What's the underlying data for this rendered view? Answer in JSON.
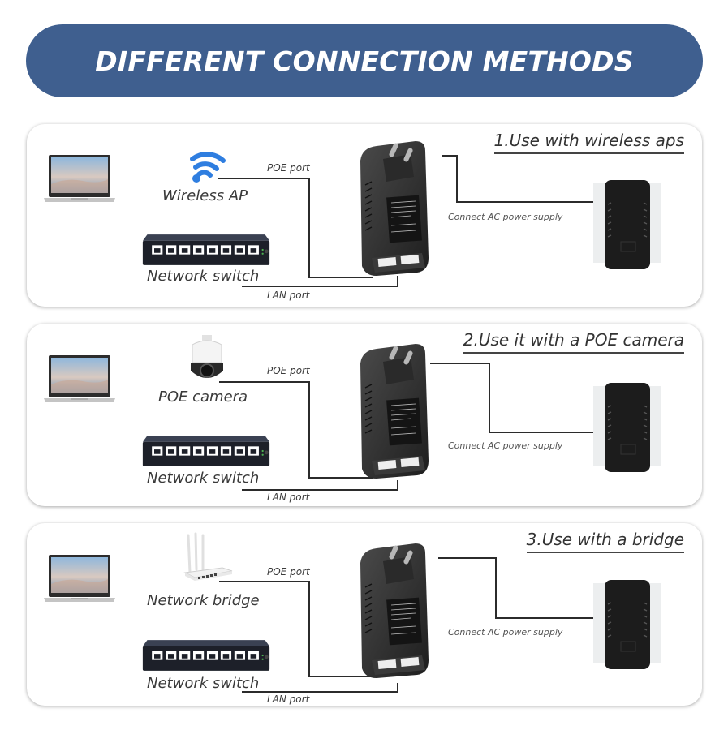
{
  "banner": {
    "title": "DIFFERENT CONNECTION METHODS",
    "color": "#3f5f8f"
  },
  "panels": [
    {
      "heading": "1.Use with wireless aps",
      "device_label": "Wireless AP",
      "device_icon": "wifi-icon",
      "switch_label": "Network switch",
      "poe_port_label": "POE port",
      "lan_port_label": "LAN port",
      "ac_label": "Connect AC power supply"
    },
    {
      "heading": "2.Use it with a POE camera",
      "device_label": "POE camera",
      "device_icon": "dome-camera-icon",
      "switch_label": "Network switch",
      "poe_port_label": "POE port",
      "lan_port_label": "LAN port",
      "ac_label": "Connect AC power supply"
    },
    {
      "heading": "3.Use with a bridge",
      "device_label": "Network bridge",
      "device_icon": "router-bridge-icon",
      "switch_label": "Network switch",
      "poe_port_label": "POE port",
      "lan_port_label": "LAN port",
      "ac_label": "Connect AC power supply"
    }
  ]
}
